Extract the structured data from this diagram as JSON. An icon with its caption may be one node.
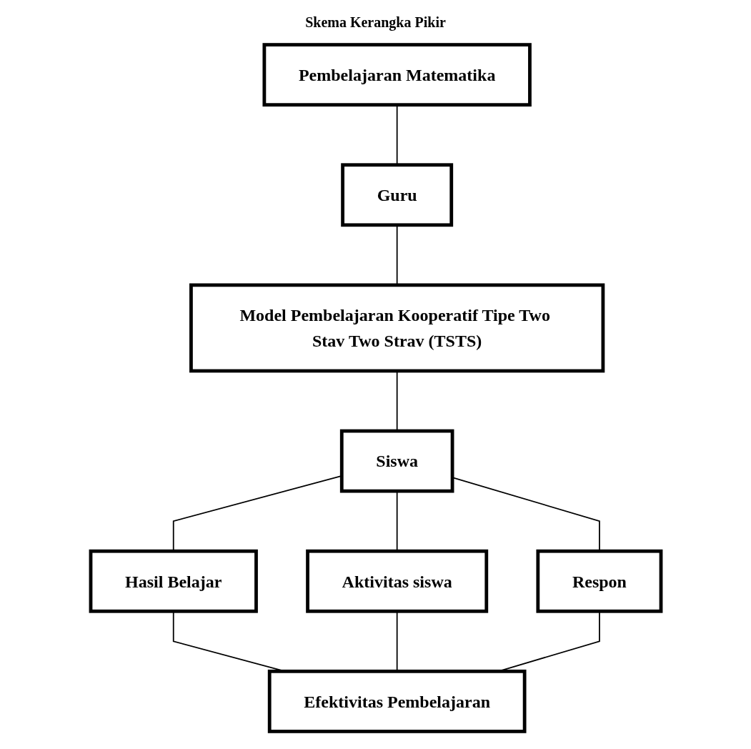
{
  "diagram": {
    "title": "Skema Kerangka Pikir",
    "nodes": [
      {
        "text": [
          "Pembelajaran Matematika"
        ]
      },
      {
        "text": [
          "Guru"
        ]
      },
      {
        "text": [
          "Model Pembelajaran Kooperatif Tipe Two Stav Two Strav (TSTS)"
        ]
      },
      {
        "text": [
          "Siswa"
        ]
      },
      {
        "text": [
          "Hasil Belajar"
        ]
      },
      {
        "text": [
          "Aktivitas siswa"
        ]
      },
      {
        "text": [
          "Respon"
        ]
      },
      {
        "text": [
          "Efektivitas Pembelajaran"
        ]
      }
    ],
    "edges": [
      {
        "from": 0,
        "to": 1,
        "arrow": "none"
      },
      {
        "from": 1,
        "to": 2,
        "arrow": "none"
      },
      {
        "from": 2,
        "to": 3,
        "arrow": "none"
      },
      {
        "from": 3,
        "to": 4,
        "arrow": "none"
      },
      {
        "from": 3,
        "to": 5,
        "arrow": "none"
      },
      {
        "from": 3,
        "to": 6,
        "arrow": "none"
      },
      {
        "from": 4,
        "to": 7,
        "arrow": "none"
      },
      {
        "from": 5,
        "to": 7,
        "arrow": "none"
      },
      {
        "from": 6,
        "to": 7,
        "arrow": "none"
      }
    ]
  }
}
